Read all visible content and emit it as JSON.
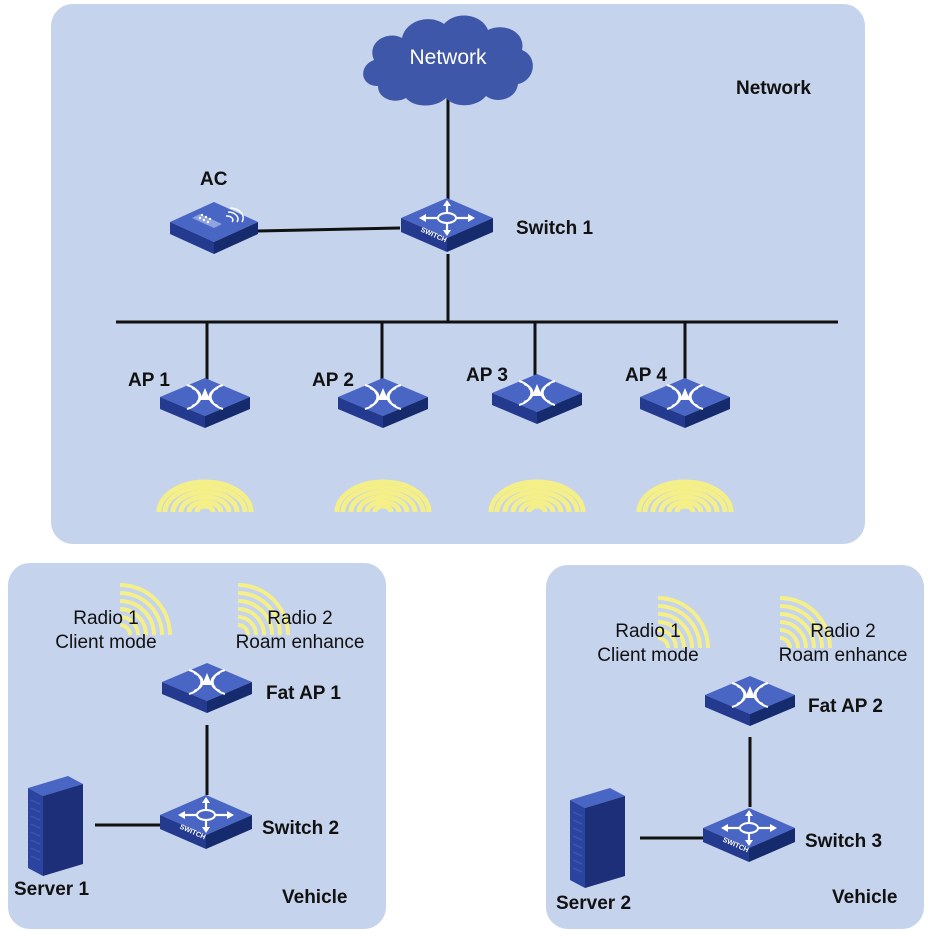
{
  "cloud": {
    "label": "Network"
  },
  "zones": {
    "network": {
      "label": "Network"
    },
    "vehicle1": {
      "label": "Vehicle"
    },
    "vehicle2": {
      "label": "Vehicle"
    }
  },
  "devices": {
    "ac": {
      "label": "AC"
    },
    "switch1": {
      "label": "Switch 1",
      "badge": "SWITCH"
    },
    "ap1": {
      "label": "AP 1"
    },
    "ap2": {
      "label": "AP 2"
    },
    "ap3": {
      "label": "AP 3"
    },
    "ap4": {
      "label": "AP 4"
    },
    "fatap1": {
      "label": "Fat AP 1"
    },
    "fatap2": {
      "label": "Fat AP 2"
    },
    "switch2": {
      "label": "Switch 2",
      "badge": "SWITCH"
    },
    "switch3": {
      "label": "Switch 3",
      "badge": "SWITCH"
    },
    "server1": {
      "label": "Server 1"
    },
    "server2": {
      "label": "Server 2"
    }
  },
  "radios": {
    "v1_radio1": {
      "line1": "Radio 1",
      "line2": "Client mode"
    },
    "v1_radio2": {
      "line1": "Radio 2",
      "line2": "Roam enhance"
    },
    "v2_radio1": {
      "line1": "Radio 1",
      "line2": "Client mode"
    },
    "v2_radio2": {
      "line1": "Radio 2",
      "line2": "Roam enhance"
    }
  },
  "colors": {
    "zone_bg": "#c5d3ec",
    "device_top": "#3f59b6",
    "device_side": "#1f3580",
    "cloud": "#3f57a8",
    "wave": "#f7f08c",
    "link": "#111111"
  }
}
